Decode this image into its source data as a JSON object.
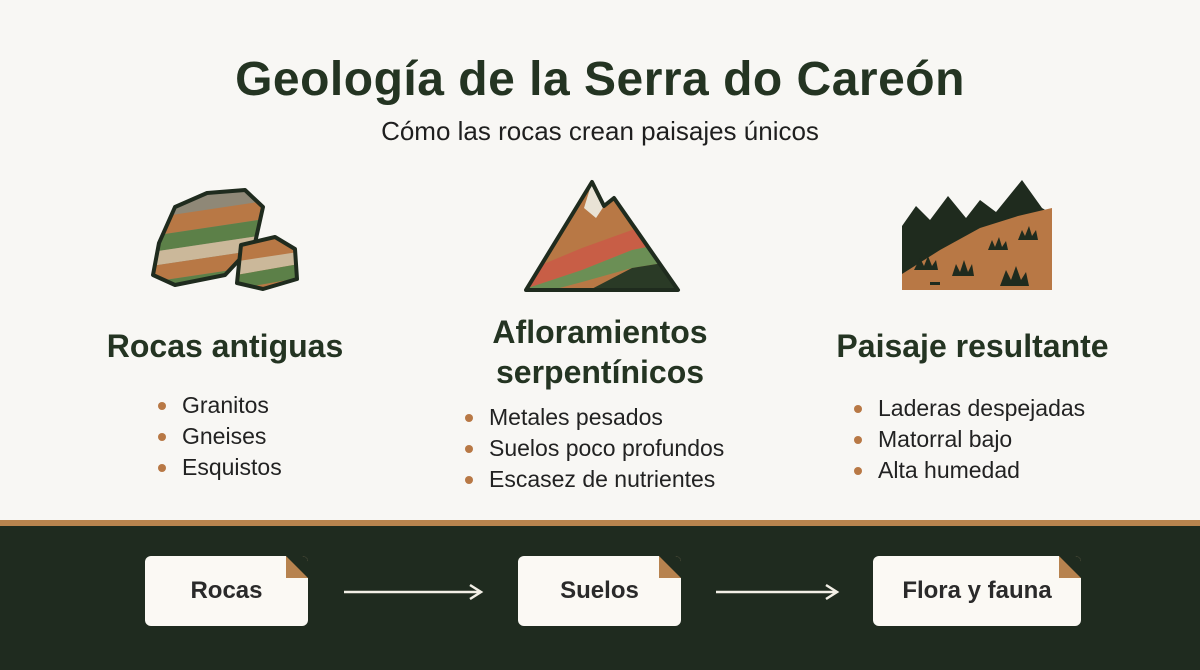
{
  "title": "Geología de la Serra do Careón",
  "subtitle": "Cómo las rocas crean paisajes únicos",
  "columns": [
    {
      "title_lines": [
        "Rocas antiguas"
      ],
      "icon": "rock-layers-icon",
      "items": [
        "Granitos",
        "Gneises",
        "Esquistos"
      ]
    },
    {
      "title_lines": [
        "Afloramientos",
        "serpentínicos"
      ],
      "icon": "mountain-strata-icon",
      "items": [
        "Metales pesados",
        "Suelos poco profundos",
        "Escasez de nutrientes"
      ]
    },
    {
      "title_lines": [
        "Paisaje resultante"
      ],
      "icon": "landscape-shrub-icon",
      "items": [
        "Laderas despejadas",
        "Matorral bajo",
        "Alta humedad"
      ]
    }
  ],
  "flow": [
    "Rocas",
    "Suelos",
    "Flora y fauna"
  ],
  "colors": {
    "dark_green": "#1f2b1f",
    "accent_brown": "#b8844e",
    "rock_green": "#5f8a4e",
    "rust": "#c85e46"
  }
}
